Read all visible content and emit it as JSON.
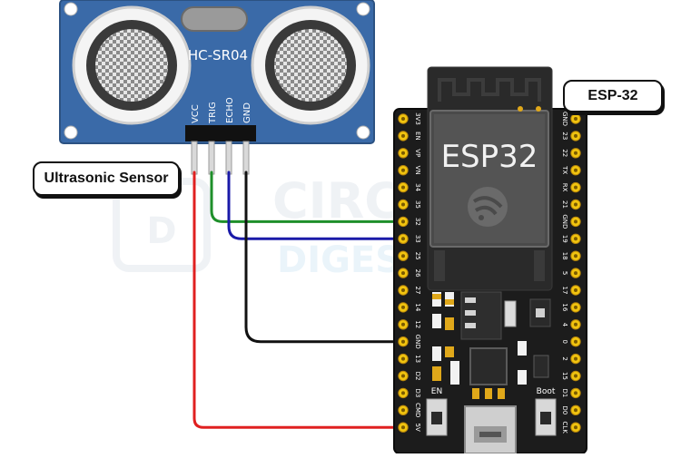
{
  "watermark": {
    "line1": "CIRCUIT",
    "line2": "DIGEST"
  },
  "sensor": {
    "model_label": "HC-SR04",
    "pins": [
      "VCC",
      "TRIG",
      "ECHO",
      "GND"
    ],
    "callout": "Ultrasonic Sensor"
  },
  "esp32": {
    "chip_label": "ESP32",
    "callout": "ESP-32",
    "left_pins": [
      "3V3",
      "EN",
      "VP",
      "VN",
      "34",
      "35",
      "32",
      "33",
      "25",
      "26",
      "27",
      "14",
      "12",
      "GND",
      "13",
      "D2",
      "D3",
      "CMD",
      "5V"
    ],
    "right_pins": [
      "GND",
      "23",
      "22",
      "TX",
      "RX",
      "21",
      "GND",
      "19",
      "18",
      "5",
      "17",
      "16",
      "4",
      "0",
      "2",
      "15",
      "D1",
      "D0",
      "CLK"
    ],
    "en_button": "EN",
    "boot_button": "Boot"
  },
  "wires": [
    {
      "from": "VCC",
      "to": "5V",
      "color": "#e02020"
    },
    {
      "from": "TRIG",
      "to": "32",
      "color": "#1e8f2a"
    },
    {
      "from": "ECHO",
      "to": "33",
      "color": "#1a1aa8"
    },
    {
      "from": "GND",
      "to": "GND",
      "color": "#111111"
    }
  ]
}
